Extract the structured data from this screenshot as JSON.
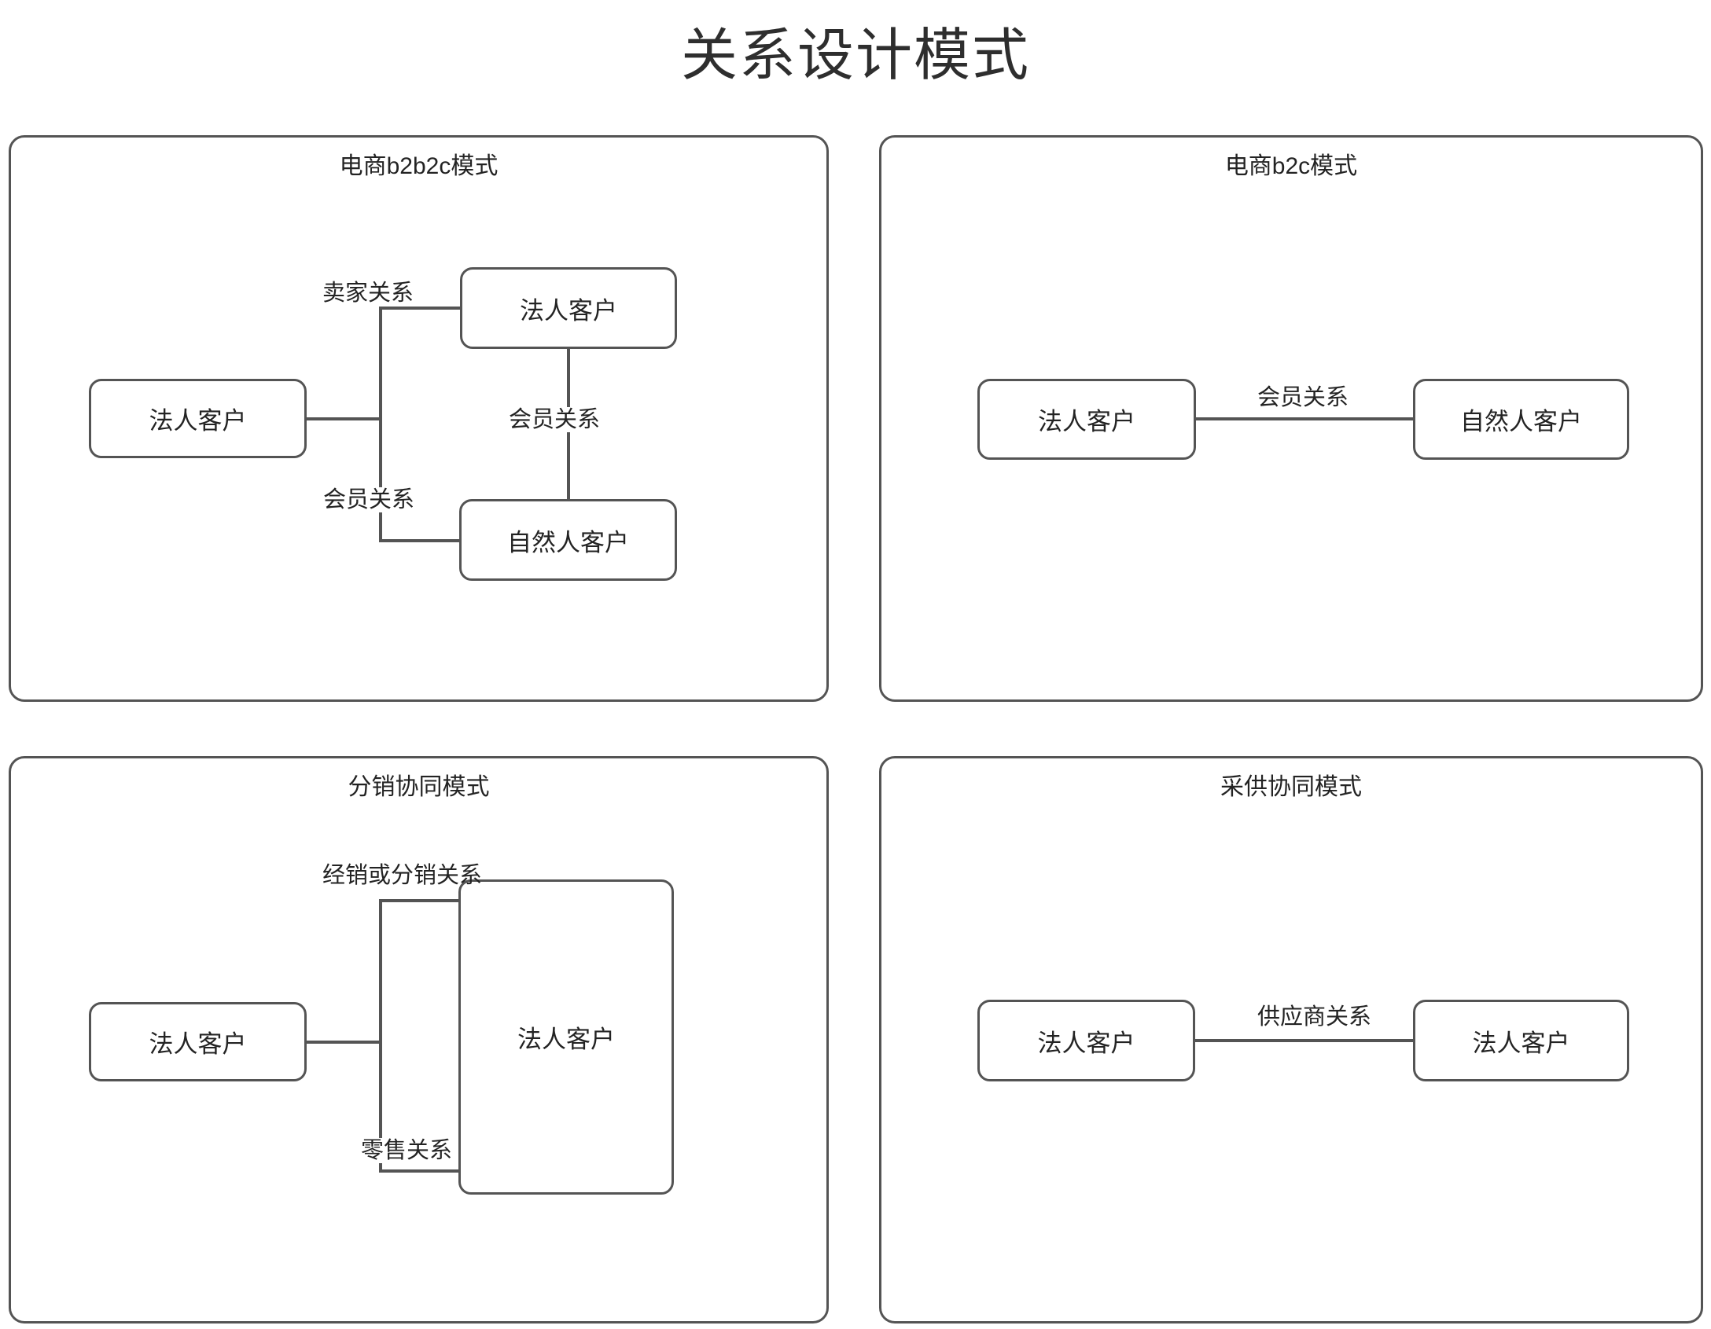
{
  "page_title": "关系设计模式",
  "colors": {
    "stroke": "#545454",
    "text": "#232323"
  },
  "panels": {
    "b2b2c": {
      "title": "电商b2b2c模式",
      "nodes": {
        "left": "法人客户",
        "top_right": "法人客户",
        "bottom_right": "自然人客户"
      },
      "edge_labels": {
        "seller": "卖家关系",
        "member_branch": "会员关系",
        "member_vertical": "会员关系"
      }
    },
    "b2c": {
      "title": "电商b2c模式",
      "nodes": {
        "left": "法人客户",
        "right": "自然人客户"
      },
      "edge_labels": {
        "member": "会员关系"
      }
    },
    "distribution": {
      "title": "分销协同模式",
      "nodes": {
        "left": "法人客户",
        "right": "法人客户"
      },
      "edge_labels": {
        "distribution": "经销或分销关系",
        "retail": "零售关系"
      }
    },
    "procurement": {
      "title": "采供协同模式",
      "nodes": {
        "left": "法人客户",
        "right": "法人客户"
      },
      "edge_labels": {
        "supplier": "供应商关系"
      }
    }
  }
}
